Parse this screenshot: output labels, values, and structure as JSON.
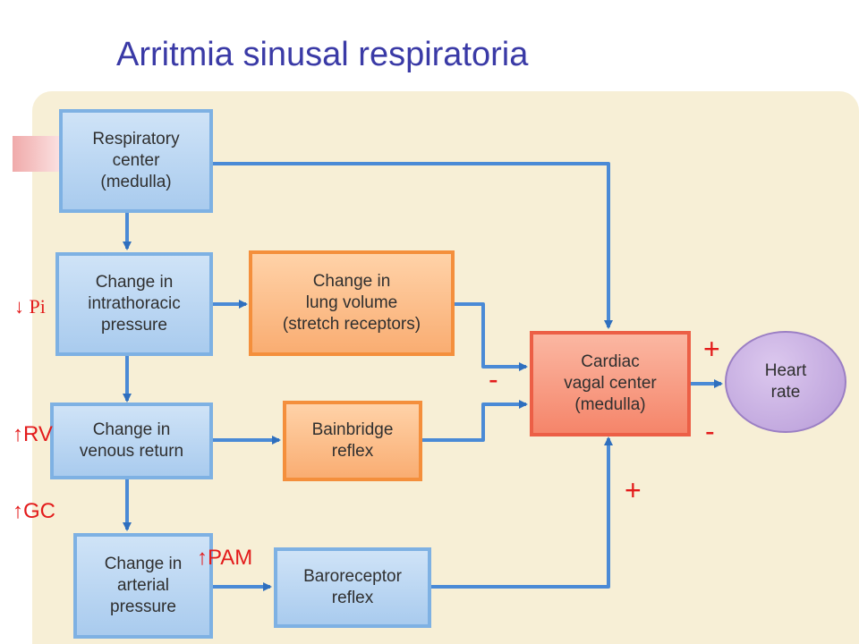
{
  "title": "Arritmia sinusal respiratoria",
  "boxes": {
    "respiratory_center": [
      "Respiratory",
      "center",
      "(medulla)"
    ],
    "intrathoracic": [
      "Change in",
      "intrathoracic",
      "pressure"
    ],
    "lung_volume": [
      "Change in",
      "lung volume",
      "(stretch receptors)"
    ],
    "venous_return": [
      "Change in",
      "venous return"
    ],
    "bainbridge": [
      "Bainbridge",
      "reflex"
    ],
    "arterial": [
      "Change in",
      "arterial",
      "pressure"
    ],
    "baroreceptor": [
      "Baroreceptor",
      "reflex"
    ],
    "cardiac_vagal": [
      "Cardiac",
      "vagal center",
      "(medulla)"
    ],
    "heart_rate": [
      "Heart",
      "rate"
    ]
  },
  "annotations": {
    "pi": "Pi",
    "rv": "RV",
    "gc": "GC",
    "pam": "PAM",
    "down_arrow": "↓",
    "up_arrow": "↑",
    "sign_lung": "-",
    "sign_hr_plus": "+",
    "sign_hr_minus": "-",
    "sign_baro": "+"
  },
  "colors": {
    "connector": "#3a7bc8",
    "annotation": "#e31b1b",
    "title": "#3a3aa6"
  }
}
